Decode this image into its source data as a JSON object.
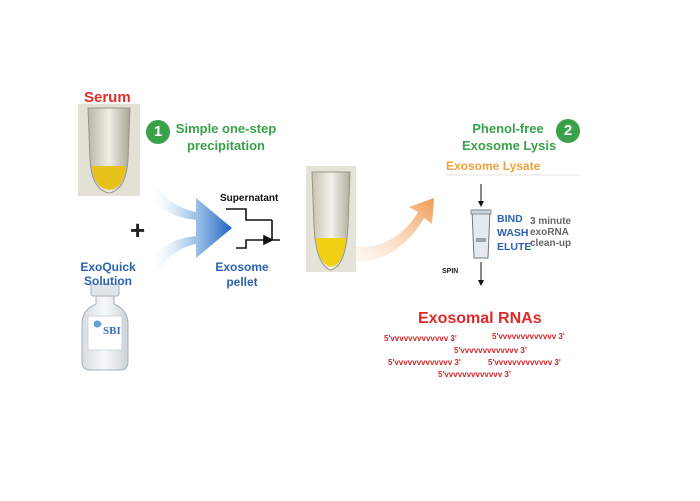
{
  "serum_label": "Serum",
  "step1": {
    "number": "1",
    "title_line1": "Simple one-step",
    "title_line2": "precipitation"
  },
  "plus_sign": "+",
  "exoquick": {
    "line1": "ExoQuick",
    "line2": "Solution",
    "bottle_brand": "SBI"
  },
  "supernatant_label": "Supernatant",
  "pellet": {
    "line1": "Exosome",
    "line2": "pellet"
  },
  "step2": {
    "number": "2",
    "title_line1": "Phenol-free",
    "title_line2": "Exosome Lysis"
  },
  "lysate_label": "Exosome Lysate",
  "column_steps": [
    "BIND",
    "WASH",
    "ELUTE"
  ],
  "cleanup": {
    "line1": "3 minute",
    "line2": "exoRNA",
    "line3": "clean-up"
  },
  "spin_label": "SPIN",
  "rnas_title": "Exosomal RNAs",
  "rna_strands": [
    "5'vvvvvvvvvvvvv 3'",
    "5'vvvvvvvvvvvvv 3'",
    "5'vvvvvvvvvvvvv 3'",
    "5'vvvvvvvvvvvvv 3'",
    "5'vvvvvvvvvvvvv 3'",
    "5'vvvvvvvvvvvvv 3'"
  ],
  "colors": {
    "serum_red": "#e0302a",
    "step_green": "#3aa14a",
    "label_blue": "#2b62b0",
    "lysate_orange": "#f0a23a",
    "rna_red": "#d3262a"
  }
}
